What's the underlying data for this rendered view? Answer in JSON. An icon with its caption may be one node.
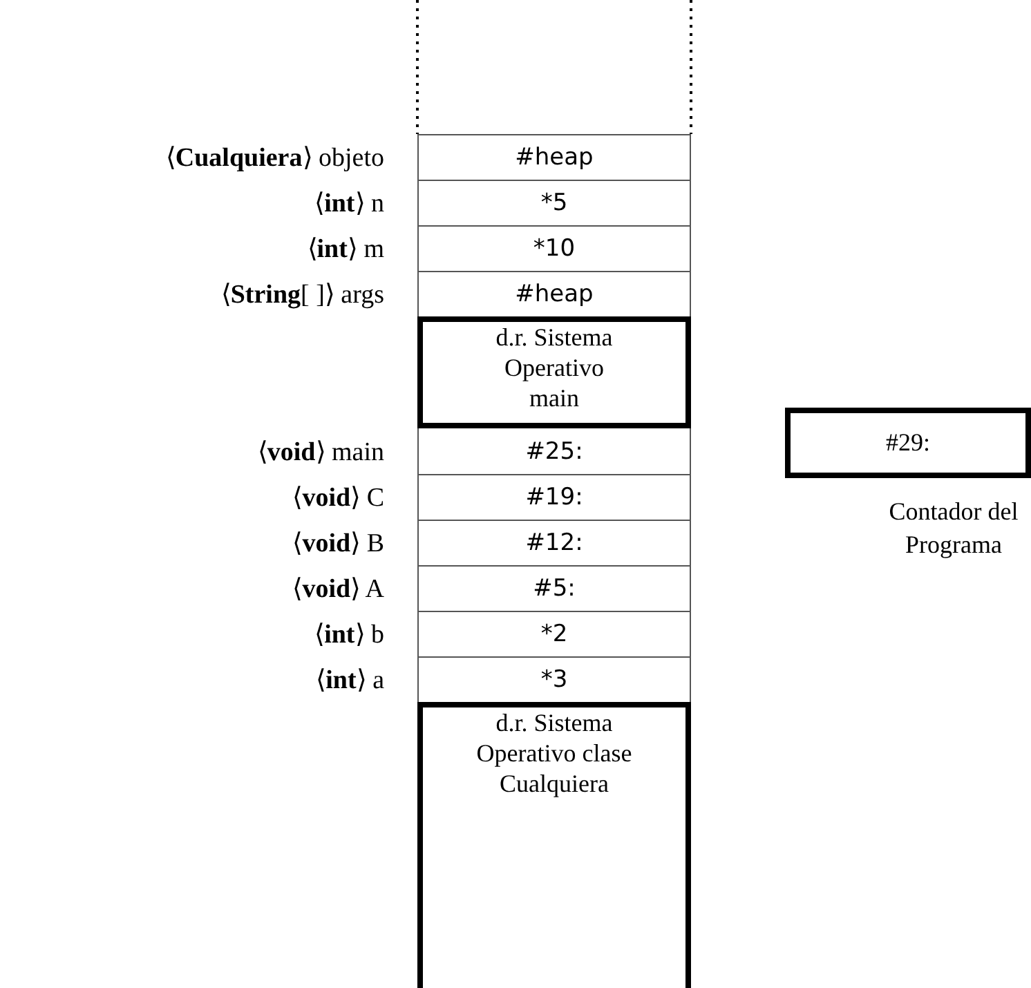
{
  "diagram": {
    "nodes": [
      {
        "text": [
          "#heap"
        ],
        "beside": [
          "⟨**Cualquiera**⟩ objeto"
        ]
      },
      {
        "text": [
          "*5"
        ],
        "beside": [
          "⟨**int**⟩ n"
        ]
      },
      {
        "text": [
          "*10"
        ],
        "beside": [
          "⟨**int**⟩ m"
        ]
      },
      {
        "text": [
          "#heap"
        ],
        "beside": [
          "⟨**String**[ ]⟩ args"
        ]
      },
      {
        "text": [
          "d.r. Sistema Operativo main"
        ]
      },
      {
        "text": [
          "#25:"
        ],
        "beside": [
          "⟨**void**⟩ main"
        ]
      },
      {
        "text": [
          "#19:"
        ],
        "beside": [
          "⟨**void**⟩ C"
        ]
      },
      {
        "text": [
          "#12:"
        ],
        "beside": [
          "⟨**void**⟩ B"
        ]
      },
      {
        "text": [
          "#5:"
        ],
        "beside": [
          "⟨**void**⟩ A"
        ]
      },
      {
        "text": [
          "*2"
        ],
        "beside": [
          "⟨**int**⟩ b"
        ]
      },
      {
        "text": [
          "*3"
        ],
        "beside": [
          "⟨**int**⟩ a"
        ]
      },
      {
        "text": [
          "d.r. Sistema Operativo clase Cualquiera"
        ]
      },
      {
        "text": [
          "#29:"
        ],
        "beside": [
          "Contador del Programa"
        ]
      }
    ]
  }
}
